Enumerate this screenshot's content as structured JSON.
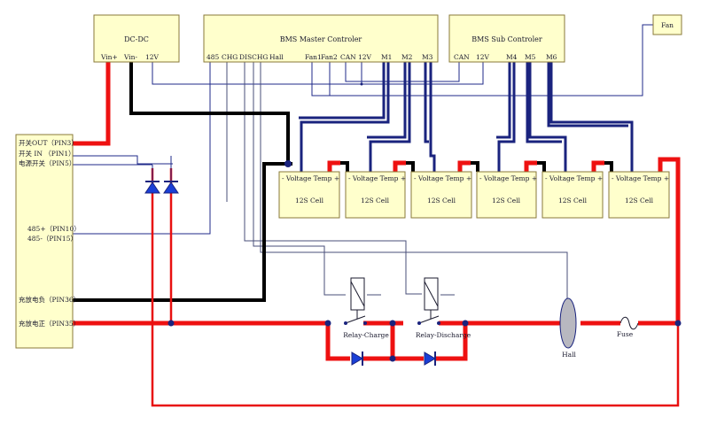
{
  "dcdc": {
    "title": "DC-DC",
    "pins": [
      "Vin+",
      "Vin-",
      "12V"
    ]
  },
  "master": {
    "title": "BMS Master Controler",
    "pins": [
      "485",
      "CHG",
      "DISCHG",
      "Hall",
      "Fan1",
      "Fan2",
      "CAN",
      "12V",
      "M1",
      "M2",
      "M3"
    ]
  },
  "sub": {
    "title": "BMS Sub Controler",
    "pins": [
      "CAN",
      "12V",
      "M4",
      "M5",
      "M6"
    ]
  },
  "fan": {
    "label": "Fan"
  },
  "left_pins": [
    "开关OUT（PIN3）",
    "开关 IN （PIN1）",
    "电源开关（PIN5）",
    "485+（PIN10）",
    "485-（PIN15）",
    "充放电负（PIN36）",
    "充放电正（PIN35）"
  ],
  "cells": [
    {
      "header": "-  Voltage  Temp +",
      "label": "12S Cell"
    },
    {
      "header": "-  Voltage  Temp +",
      "label": "12S Cell"
    },
    {
      "header": "-  Voltage  Temp +",
      "label": "12S Cell"
    },
    {
      "header": "-  Voltage  Temp +",
      "label": "12S Cell"
    },
    {
      "header": "-  Voltage  Temp +",
      "label": "12S Cell"
    },
    {
      "header": "-  Voltage  Temp +",
      "label": "12S Cell"
    }
  ],
  "relays": {
    "charge": "Relay-Charge",
    "discharge": "Relay-Discharge"
  },
  "hall": "Hall",
  "fuse": "Fuse",
  "colors": {
    "box_fill": "#ffffcc",
    "signal": "#1f2a8a",
    "power_positive": "#ee1111",
    "power_negative": "#000000"
  }
}
